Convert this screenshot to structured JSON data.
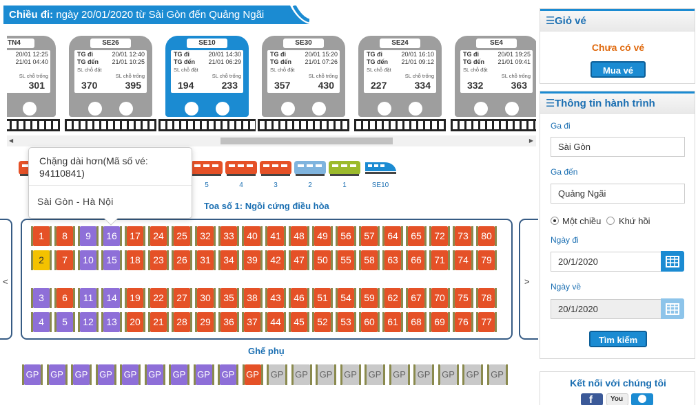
{
  "header": {
    "prefix": "Chiều đi:",
    "text": " ngày 20/01/2020 từ Sài Gòn đến Quảng Ngãi"
  },
  "labels": {
    "dep": "TG đi",
    "arr": "TG đến",
    "booked": "SL chỗ đặt",
    "free": "SL chỗ trống"
  },
  "trains": [
    {
      "code": "TN4",
      "dep": "20/01 12:25",
      "arr": "21/01 04:40",
      "booked": "",
      "free": "301"
    },
    {
      "code": "SE26",
      "dep": "20/01 12:40",
      "arr": "21/01 10:25",
      "booked": "370",
      "free": "395"
    },
    {
      "code": "SE10",
      "dep": "20/01 14:30",
      "arr": "21/01 06:29",
      "booked": "194",
      "free": "233"
    },
    {
      "code": "SE30",
      "dep": "20/01 15:20",
      "arr": "21/01 07:26",
      "booked": "357",
      "free": "430"
    },
    {
      "code": "SE24",
      "dep": "20/01 16:10",
      "arr": "21/01 09:12",
      "booked": "227",
      "free": "334"
    },
    {
      "code": "SE4",
      "dep": "20/01 19:25",
      "arr": "21/01 09:41",
      "booked": "332",
      "free": "363"
    }
  ],
  "coaches": {
    "labels": [
      "5",
      "4",
      "3",
      "2",
      "1"
    ],
    "loco_label": "SE10"
  },
  "tooltip": {
    "title": "Chặng dài hơn(Mã số vé: 94110841)",
    "route": "Sài Gòn - Hà Nội"
  },
  "coach_title": "Toa số 1: Ngồi cứng điều hòa",
  "seat_rows": [
    [
      "1",
      "8",
      "9",
      "16",
      "17",
      "24",
      "25",
      "32",
      "33",
      "40",
      "41",
      "48",
      "49",
      "56",
      "57",
      "64",
      "65",
      "72",
      "73",
      "80"
    ],
    [
      "2",
      "7",
      "10",
      "15",
      "18",
      "23",
      "26",
      "31",
      "34",
      "39",
      "42",
      "47",
      "50",
      "55",
      "58",
      "63",
      "66",
      "71",
      "74",
      "79"
    ],
    [
      "3",
      "6",
      "11",
      "14",
      "19",
      "22",
      "27",
      "30",
      "35",
      "38",
      "43",
      "46",
      "51",
      "54",
      "59",
      "62",
      "67",
      "70",
      "75",
      "78"
    ],
    [
      "4",
      "5",
      "12",
      "13",
      "20",
      "21",
      "28",
      "29",
      "36",
      "37",
      "44",
      "45",
      "52",
      "53",
      "60",
      "61",
      "68",
      "69",
      "76",
      "77"
    ]
  ],
  "seat_nav": {
    "prev": "<",
    "next": ">"
  },
  "extra_seats_title": "Ghế phụ",
  "extra_seat_label": "GP",
  "cart": {
    "title": "Giỏ vé",
    "empty": "Chưa có vé",
    "buy": "Mua vé"
  },
  "trip": {
    "title": "Thông tin hành trình",
    "from_label": "Ga đi",
    "from_value": "Sài Gòn",
    "to_label": "Ga đến",
    "to_value": "Quảng Ngãi",
    "one_way": "Một chiều",
    "round_trip": "Khứ hồi",
    "date_label": "Ngày đi",
    "date_value": "20/1/2020",
    "return_label": "Ngày về",
    "return_value": "20/1/2020",
    "search": "Tìm kiếm"
  },
  "connect": {
    "title": "Kết nối với chúng tôi",
    "youtube": "You"
  },
  "colors": {
    "accent": "#1b8bd2",
    "available": "#e55127",
    "sold": "#8e6fd8",
    "selected": "#f4c200",
    "disabled": "#c9c9c9",
    "coach_red": "#e55127",
    "coach_blue": "#7fb4de",
    "coach_green": "#9cba2c"
  }
}
